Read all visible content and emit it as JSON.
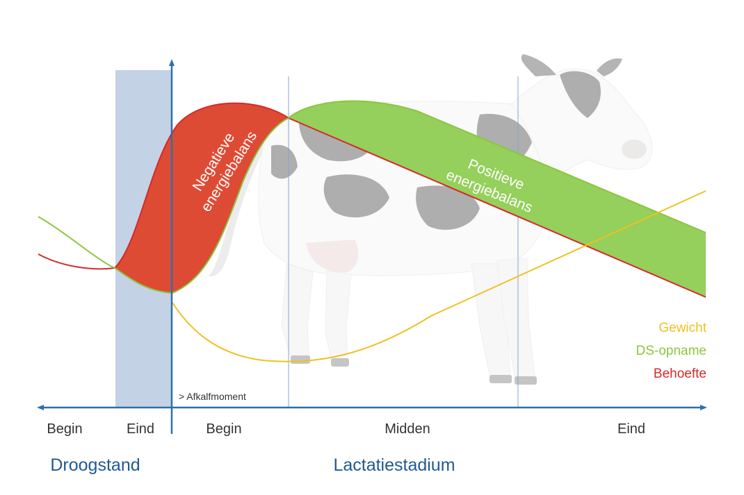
{
  "phases": {
    "begin_dry": "Begin",
    "end_dry": "Eind",
    "begin_lact": "Begin",
    "middle_lact": "Midden",
    "end_lact": "Eind"
  },
  "groups": {
    "dry_period": "Droogstand",
    "lactation": "Lactatiestadium"
  },
  "calving_label": "> Afkalfmoment",
  "negative_balance": [
    "Negatieve",
    "energiebalans"
  ],
  "positive_balance": [
    "Positieve",
    "energiebalans"
  ],
  "legend": {
    "weight": "Gewicht",
    "dm_intake": "DS-opname",
    "requirement": "Behoefte"
  },
  "colors": {
    "weight": "#f0c020",
    "dm_intake": "#8cc63f",
    "requirement": "#d42a2a",
    "negative_fill": "#de4b34",
    "positive_fill": "#95cf5c",
    "axis": "#2e6fa8",
    "dry_band": "#c4d2e6",
    "group_text": "#1f5a92"
  },
  "icons": {
    "background": "cow-illustration"
  }
}
